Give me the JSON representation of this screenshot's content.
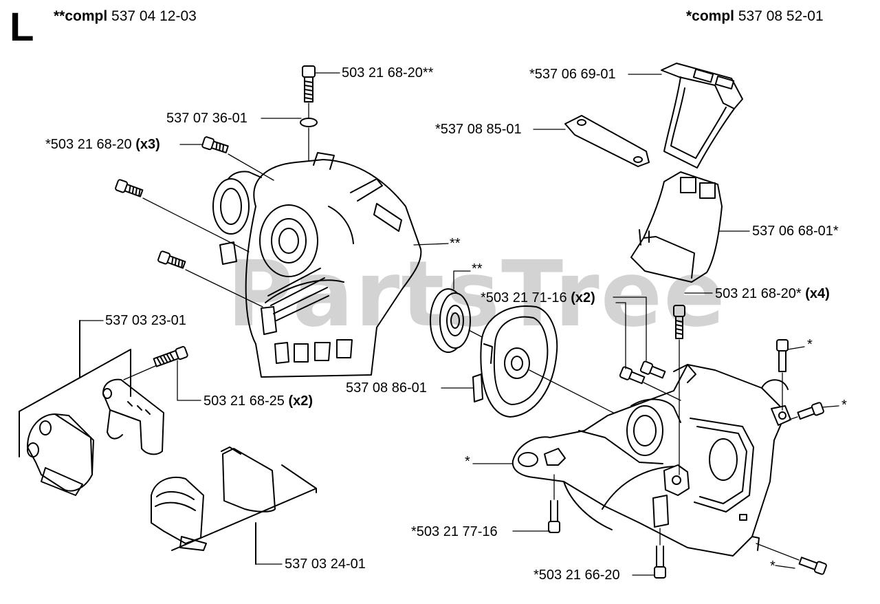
{
  "header": {
    "section_letter": "L",
    "kit_left": {
      "prefix": "**compl",
      "number": "537 04 12-03"
    },
    "kit_right": {
      "prefix": "*compl",
      "number": "537 08 52-01"
    }
  },
  "watermark": "PartsTree",
  "parts": [
    {
      "id": "p1",
      "number": "503 21 68-20**",
      "qty": ""
    },
    {
      "id": "p2",
      "number": "537 07 36-01",
      "qty": ""
    },
    {
      "id": "p3",
      "number": "*503 21 68-20",
      "qty": "(x3)"
    },
    {
      "id": "p4",
      "number": "*537 06 69-01",
      "qty": ""
    },
    {
      "id": "p5",
      "number": "*537 08 85-01",
      "qty": ""
    },
    {
      "id": "p6",
      "number": "537 06 68-01*",
      "qty": ""
    },
    {
      "id": "p7",
      "number": "**",
      "qty": ""
    },
    {
      "id": "p8",
      "number": "**",
      "qty": ""
    },
    {
      "id": "p9",
      "number": "*503 21 71-16",
      "qty": "(x2)"
    },
    {
      "id": "p10",
      "number": "503 21 68-20*",
      "qty": "(x4)"
    },
    {
      "id": "p11",
      "number": "537 03 23-01",
      "qty": ""
    },
    {
      "id": "p12",
      "number": "503 21 68-25",
      "qty": "(x2)"
    },
    {
      "id": "p13",
      "number": "537 08 86-01",
      "qty": ""
    },
    {
      "id": "p14",
      "number": "*",
      "qty": ""
    },
    {
      "id": "p15",
      "number": "*",
      "qty": ""
    },
    {
      "id": "p16",
      "number": "*",
      "qty": ""
    },
    {
      "id": "p17",
      "number": "*503 21 77-16",
      "qty": ""
    },
    {
      "id": "p18",
      "number": "537 03 24-01",
      "qty": ""
    },
    {
      "id": "p19",
      "number": "*",
      "qty": ""
    },
    {
      "id": "p20",
      "number": "*503 21 66-20",
      "qty": ""
    }
  ]
}
